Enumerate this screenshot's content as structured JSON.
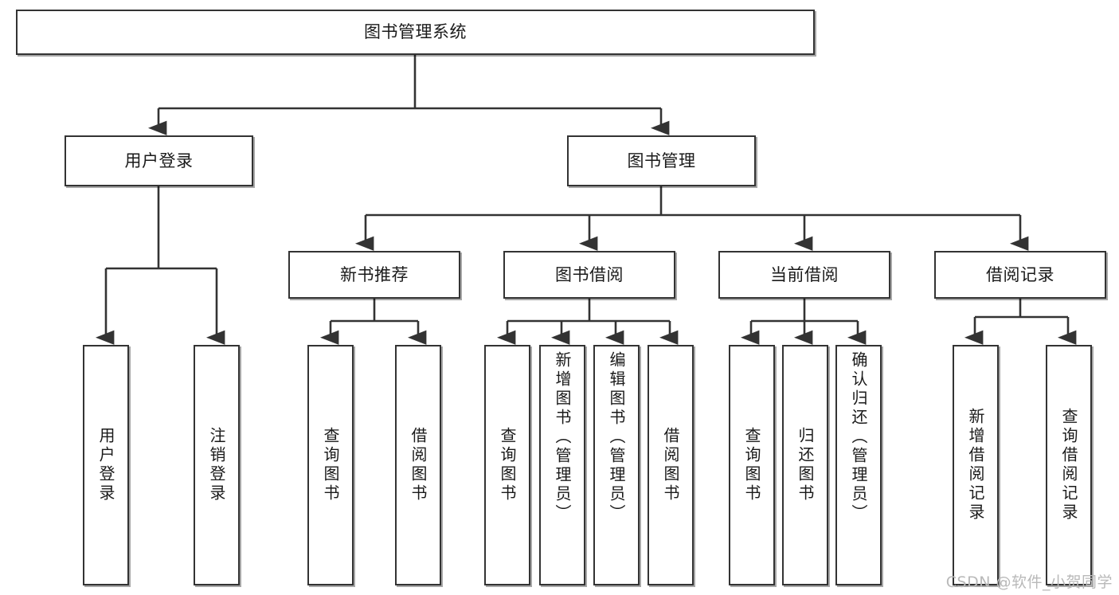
{
  "diagram": {
    "title": "图书管理系统",
    "type": "tree",
    "colors": {
      "box_border": "#333333",
      "box_fill": "#ffffff",
      "edge": "#333333",
      "text": "#1a1a1a",
      "watermark": "#b9b9b9"
    },
    "nodes": {
      "root": {
        "label": "图书管理系统"
      },
      "level2": [
        {
          "label": "用户登录"
        },
        {
          "label": "图书管理"
        }
      ],
      "level3": [
        {
          "label": "新书推荐"
        },
        {
          "label": "图书借阅"
        },
        {
          "label": "当前借阅"
        },
        {
          "label": "借阅记录"
        }
      ],
      "leaves": {
        "user_login": [
          {
            "label": "用户登录"
          },
          {
            "label": "注销登录"
          }
        ],
        "new_book_recommend": [
          {
            "label": "查询图书"
          },
          {
            "label": "借阅图书"
          }
        ],
        "book_borrow": [
          {
            "label": "查询图书"
          },
          {
            "label": "新增图书（管理员）"
          },
          {
            "label": "编辑图书（管理员）"
          },
          {
            "label": "借阅图书"
          }
        ],
        "current_borrow": [
          {
            "label": "查询图书"
          },
          {
            "label": "归还图书"
          },
          {
            "label": "确认归还（管理员）"
          }
        ],
        "borrow_record": [
          {
            "label": "新增借阅记录"
          },
          {
            "label": "查询借阅记录"
          }
        ]
      }
    },
    "watermark": "CSDN @软件_小贺同学"
  }
}
